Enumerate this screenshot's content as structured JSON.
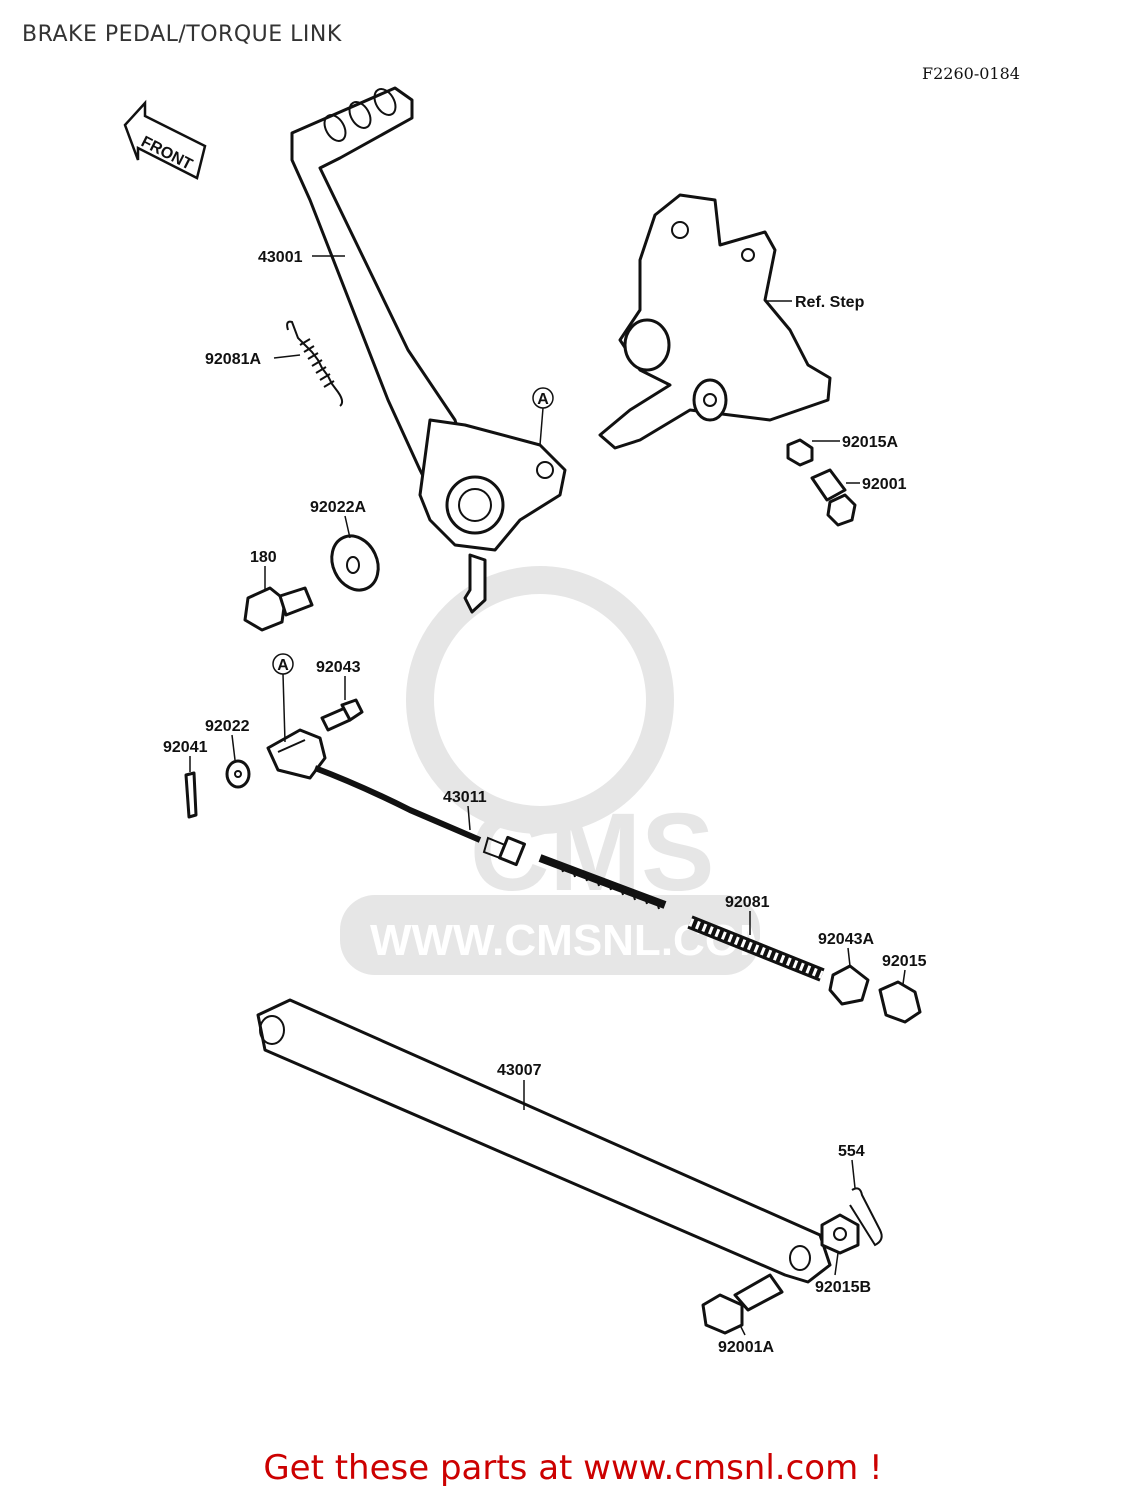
{
  "header": {
    "title": "BRAKE PEDAL/TORQUE LINK",
    "figure_code": "F2260-0184"
  },
  "arrow": {
    "label": "FRONT"
  },
  "watermark": {
    "text": "WWW.CMSNL.COM",
    "logo": "CMS",
    "color": "#e6e6e6"
  },
  "parts": {
    "p43001": "43001",
    "p92081A": "92081A",
    "p92022A": "92022A",
    "p180": "180",
    "refA1": "A",
    "refStep": "Ref. Step",
    "p92015A": "92015A",
    "p92001": "92001",
    "refA2": "A",
    "p92043": "92043",
    "p92022": "92022",
    "p92041": "92041",
    "p43011": "43011",
    "p92081": "92081",
    "p92043A": "92043A",
    "p92015": "92015",
    "p43007": "43007",
    "p554": "554",
    "p92015B": "92015B",
    "p92001A": "92001A"
  },
  "footer": {
    "cta": "Get these parts at www.cmsnl.com !"
  }
}
